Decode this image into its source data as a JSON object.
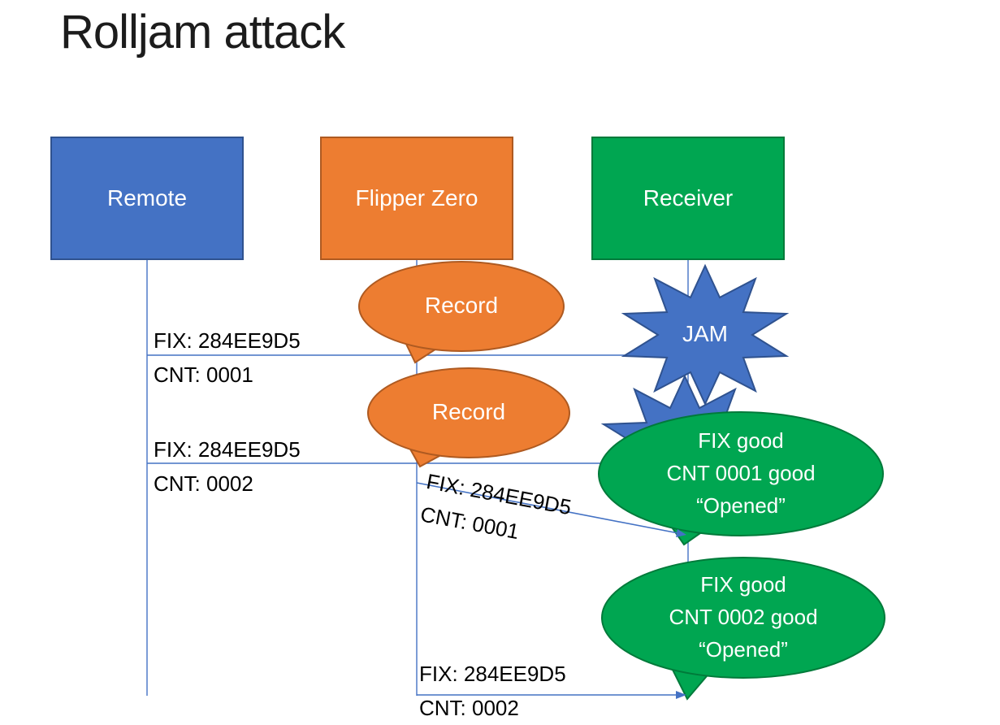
{
  "title": "Rolljam attack",
  "actors": {
    "remote": {
      "label": "Remote"
    },
    "flipper": {
      "label": "Flipper Zero"
    },
    "receiver": {
      "label": "Receiver"
    }
  },
  "messages": {
    "m1": {
      "fix": "FIX: 284EE9D5",
      "cnt": "CNT: 0001"
    },
    "m2": {
      "fix": "FIX: 284EE9D5",
      "cnt": "CNT: 0002"
    },
    "m3": {
      "fix": "FIX: 284EE9D5",
      "cnt": "CNT: 0001"
    },
    "m4": {
      "fix": "FIX: 284EE9D5",
      "cnt": "CNT: 0002"
    }
  },
  "callouts": {
    "record1": {
      "label": "Record"
    },
    "record2": {
      "label": "Record"
    },
    "jam": {
      "label": "JAM"
    },
    "result1": {
      "line1": "FIX good",
      "line2": "CNT 0001 good",
      "line3": "“Opened”"
    },
    "result2": {
      "line1": "FIX good",
      "line2": "CNT 0002 good",
      "line3": "“Opened”"
    }
  },
  "colors": {
    "blue": "#4472C4",
    "blue_border": "#2F528F",
    "orange": "#ED7D31",
    "orange_border": "#AE5A21",
    "green": "#00A651",
    "green_border": "#007A3A",
    "line": "#4472C4",
    "text": "#000000",
    "title": "#1C1C1C"
  }
}
